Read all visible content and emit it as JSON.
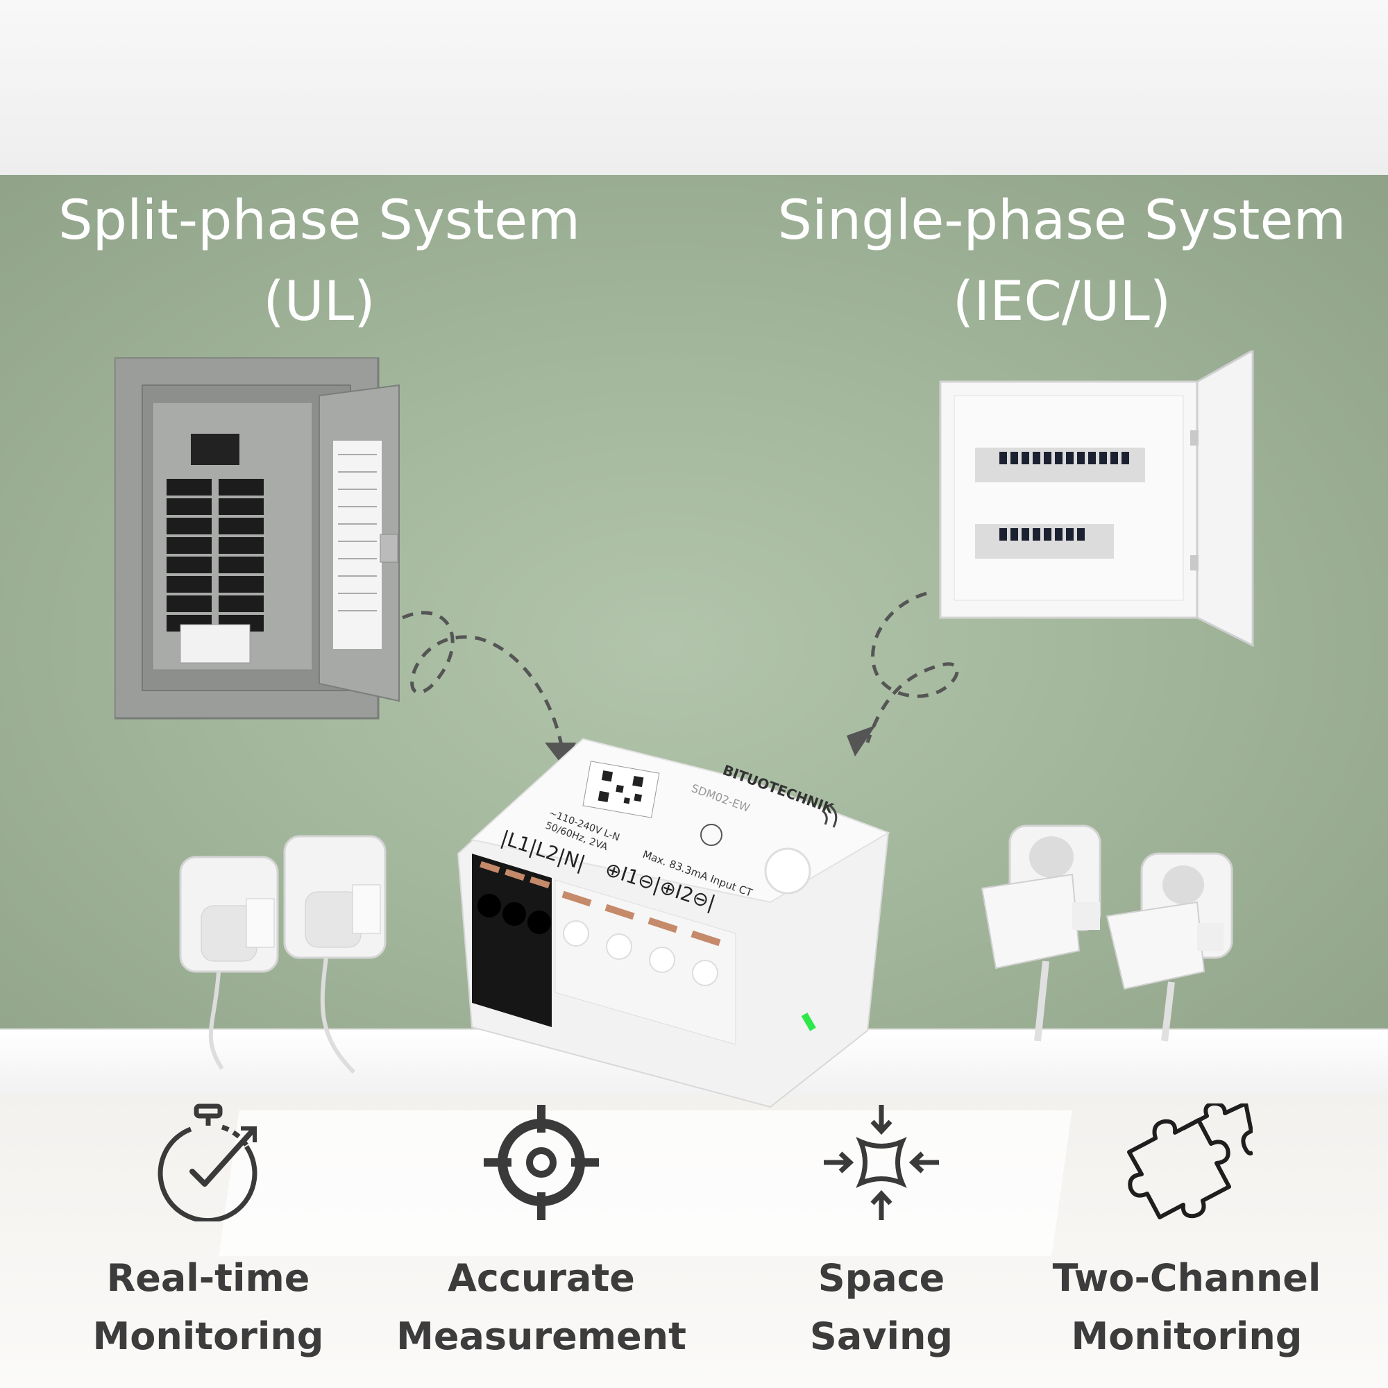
{
  "headings": {
    "left": {
      "line1": "Split-phase System",
      "line2": "(UL)"
    },
    "right": {
      "line1": "Single-phase System",
      "line2": "(IEC/UL)"
    }
  },
  "device": {
    "brand": "BITUOTECHNIK",
    "model": "SDM02-EW",
    "rating_line1": "~110-240V L-N",
    "rating_line2": "50/60Hz, 2VA",
    "terminals": "|L1|L2|N|",
    "ct_inputs": "⊕I1⊖|⊕I2⊖|",
    "ct_rating": "Max. 83.3mA Input CT",
    "led_color": "#2ee84a"
  },
  "features": [
    {
      "icon": "stopwatch-icon",
      "line1": "Real-time",
      "line2": "Monitoring"
    },
    {
      "icon": "target-icon",
      "line1": "Accurate",
      "line2": "Measurement"
    },
    {
      "icon": "compress-icon",
      "line1": "Space",
      "line2": "Saving"
    },
    {
      "icon": "puzzle-icon",
      "line1": "Two-Channel",
      "line2": "Monitoring"
    }
  ],
  "colors": {
    "wall": "#a4b89d",
    "heading_text": "#ffffff",
    "feature_text": "#3c3c3c"
  }
}
